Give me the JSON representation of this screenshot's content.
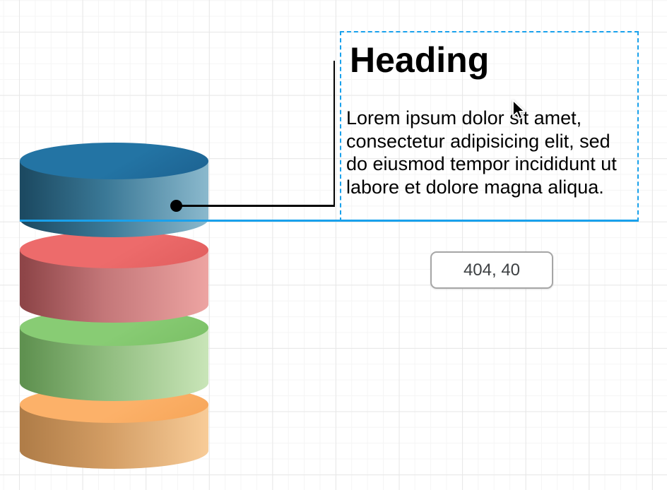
{
  "canvas": {
    "background": "#ffffff",
    "grid_minor_color": "#f5f5f5",
    "grid_major_color": "#e7e7e7"
  },
  "callout": {
    "heading": "Heading",
    "body_lines": [
      "Lorem ipsum dolor sit amet,",
      "consectetur adipisicing elit, sed",
      "do eiusmod tempor incididunt ut",
      "labore et dolore magna aliqua."
    ]
  },
  "selection": {
    "border_color": "#19a1ec"
  },
  "guide": {
    "color": "#19a1ec"
  },
  "drag_tooltip": {
    "text": "404, 40"
  },
  "connector": {
    "color": "#000000"
  },
  "cylinders": [
    {
      "name": "blue",
      "cap_color": "#2374a4",
      "cap_color_dark": "#1c6190",
      "side_colors": [
        "#1c4a62",
        "#3a7896",
        "#8bb9cd"
      ]
    },
    {
      "name": "red",
      "cap_color": "#ed6b6b",
      "cap_color_dark": "#e05d5d",
      "side_colors": [
        "#8e4548",
        "#c47779",
        "#eda4a2"
      ]
    },
    {
      "name": "green",
      "cap_color": "#88cc74",
      "cap_color_dark": "#7abf65",
      "side_colors": [
        "#5f9150",
        "#8fbc7e",
        "#c9e5b8"
      ]
    },
    {
      "name": "orange",
      "cap_color": "#fcb169",
      "cap_color_dark": "#f6a558",
      "side_colors": [
        "#b07d48",
        "#d29c63",
        "#f8cc98"
      ]
    }
  ]
}
